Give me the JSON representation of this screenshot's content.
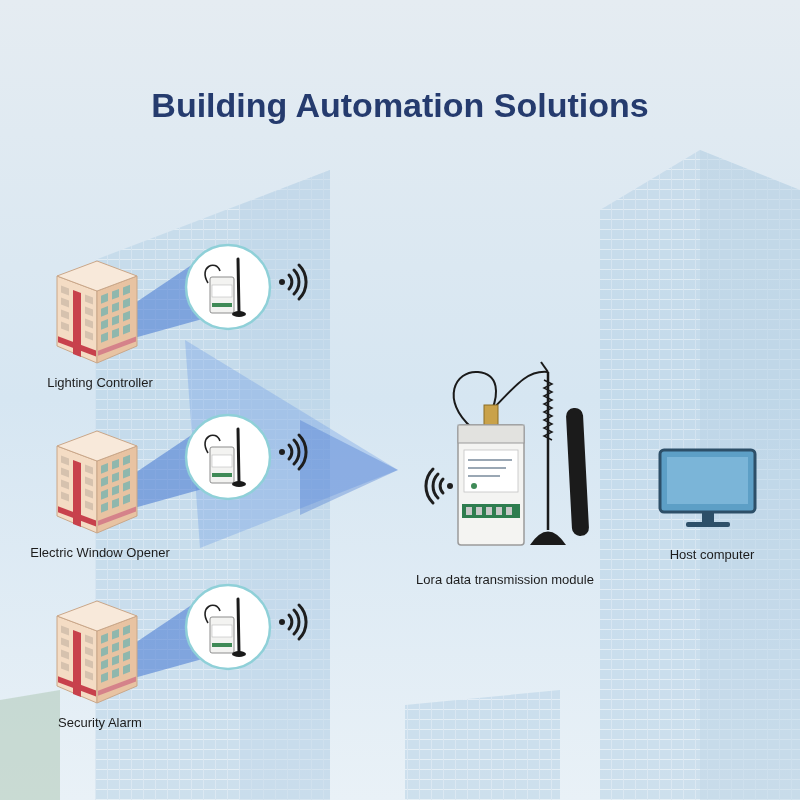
{
  "diagram": {
    "title": "Building Automation Solutions",
    "nodes": [
      {
        "text": [
          "Lighting Controller"
        ]
      },
      {
        "text": [
          "Electric Window Opener"
        ]
      },
      {
        "text": [
          "Security Alarm"
        ]
      },
      {
        "text": [
          "Lora data transmission module"
        ]
      },
      {
        "text": [
          "Host computer"
        ]
      }
    ]
  }
}
